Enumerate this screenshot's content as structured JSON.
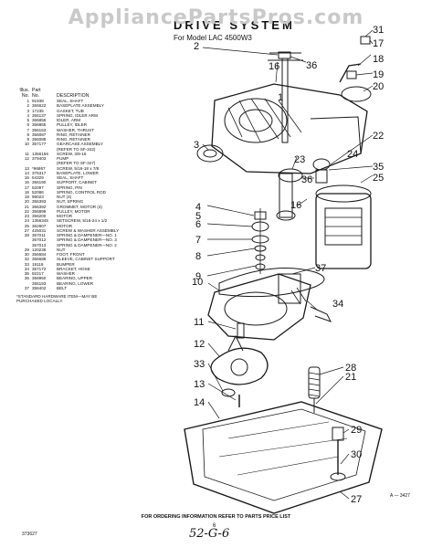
{
  "watermark": "AppliancePartsPros.com",
  "title": "DRIVE SYSTEM",
  "model": "For Model LAC 4500W3",
  "table": {
    "header_illus": "Illus.",
    "header_no": "No.",
    "header_part": "Part",
    "header_part_no": "No.",
    "header_desc": "DESCRIPTION",
    "rows": [
      {
        "no": "1",
        "part": "91938",
        "desc": "SEAL, SHAFT"
      },
      {
        "no": "2",
        "part": "366622",
        "desc": "BASEPLATE ASSEMBLY"
      },
      {
        "no": "3",
        "part": "17235",
        "desc": "GASKET, TUB"
      },
      {
        "no": "4",
        "part": "356137",
        "desc": "SPRING, IDLER ARM"
      },
      {
        "no": "5",
        "part": "366856",
        "desc": "IDLER, ARM"
      },
      {
        "no": "6",
        "part": "366855",
        "desc": "PULLEY, IDLER"
      },
      {
        "no": "7",
        "part": "356153",
        "desc": "WASHER, THRUST"
      },
      {
        "no": "8",
        "part": "356087",
        "desc": "RING, RETAINER"
      },
      {
        "no": "9",
        "part": "356088",
        "desc": "RING, RETAINER"
      },
      {
        "no": "10",
        "part": "357177",
        "desc": "GEARCASE ASSEMBLY"
      },
      {
        "no": "",
        "part": "",
        "desc": "(REFER TO SF-342)"
      },
      {
        "no": "11",
        "part": "1356156",
        "desc": "SCREW, 3/8-16"
      },
      {
        "no": "12",
        "part": "379403",
        "desc": "PUMP"
      },
      {
        "no": "",
        "part": "",
        "desc": "(REFER TO SF-327)"
      },
      {
        "no": "13",
        "part": "*96867",
        "desc": "SCREW, 5/16-18 x 7/8"
      },
      {
        "no": "14",
        "part": "375317",
        "desc": "BASEPLATE, LOWER"
      },
      {
        "no": "15",
        "part": "54329",
        "desc": "SEAL, SHAFT"
      },
      {
        "no": "16",
        "part": "356190",
        "desc": "SUPPORT, CABINET"
      },
      {
        "no": "17",
        "part": "52097",
        "desc": "SPRING, PIN"
      },
      {
        "no": "18",
        "part": "52086",
        "desc": "SPRING, CONTROL ROD"
      },
      {
        "no": "19",
        "part": "98023",
        "desc": "NUT (4)"
      },
      {
        "no": "20",
        "part": "356393",
        "desc": "NUT, SPRING"
      },
      {
        "no": "21",
        "part": "356392",
        "desc": "GROMMET, MOTOR (4)"
      },
      {
        "no": "22",
        "part": "356899",
        "desc": "PULLEY, MOTOR"
      },
      {
        "no": "23",
        "part": "356200",
        "desc": "MOTOR"
      },
      {
        "no": "24",
        "part": "1356345",
        "desc": "SETSCREW, 5/16-24 x 1/2"
      },
      {
        "no": "25",
        "part": "362807",
        "desc": "MOTOR"
      },
      {
        "no": "27",
        "part": "425031",
        "desc": "SCREW & WASHER ASSEMBLY"
      },
      {
        "no": "28",
        "part": "367011",
        "desc": "SPRING & DAMPENER—NO. 1"
      },
      {
        "no": "",
        "part": "367012",
        "desc": "SPRING & DAMPENER—NO. 3"
      },
      {
        "no": "",
        "part": "367013",
        "desc": "SPRING & DAMPENER—NO. 2"
      },
      {
        "no": "29",
        "part": "120236",
        "desc": "NUT"
      },
      {
        "no": "30",
        "part": "356684",
        "desc": "FOOT, FRONT"
      },
      {
        "no": "32",
        "part": "356688",
        "desc": "SLEEVE, CABINET SUPPORT"
      },
      {
        "no": "33",
        "part": "19119",
        "desc": "BUMPER"
      },
      {
        "no": "34",
        "part": "357172",
        "desc": "BRACKET, HOSE"
      },
      {
        "no": "35",
        "part": "92217",
        "desc": "WASHER"
      },
      {
        "no": "36",
        "part": "356950",
        "desc": "BEARING, UPPER"
      },
      {
        "no": "",
        "part": "356193",
        "desc": "BEARING, LOWER"
      },
      {
        "no": "37",
        "part": "356402",
        "desc": "BELT"
      }
    ],
    "note": "*STANDARD HARDWARE ITEM—MAY BE PURCHASED LOCALLY."
  },
  "callouts": {
    "c1": "1",
    "c2": "2",
    "c3": "3",
    "c4": "4",
    "c5": "5",
    "c6": "6",
    "c7": "7",
    "c8": "8",
    "c9": "9",
    "c10": "10",
    "c11": "11",
    "c12": "12",
    "c13": "13",
    "c14": "14",
    "c16a": "16",
    "c16b": "16",
    "c17": "17",
    "c18": "18",
    "c19": "19",
    "c20": "20",
    "c21": "21",
    "c22": "22",
    "c23": "23",
    "c24": "24",
    "c25": "25",
    "c27": "27",
    "c28": "28",
    "c29": "29",
    "c30": "30",
    "c31": "31",
    "c33": "33",
    "c34": "34",
    "c35": "35",
    "c36a": "36",
    "c36b": "36",
    "c37": "37"
  },
  "footer": "FOR ORDERING INFORMATION REFER TO PARTS PRICE LIST",
  "page_number": "6",
  "handwritten": "52-G-6",
  "code_left": "373627",
  "code_right": "A — 3427"
}
